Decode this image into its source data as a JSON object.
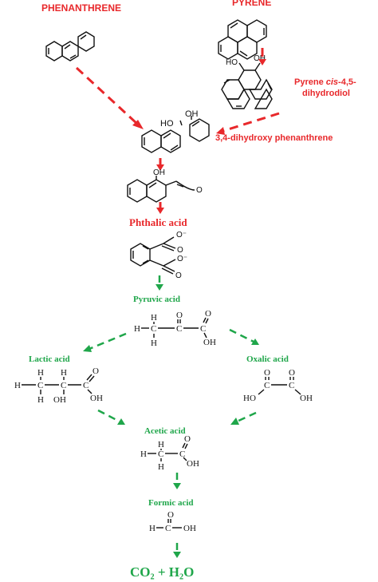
{
  "labels": {
    "phenanthrene": "PHENANTHRENE",
    "pyrene": "PYRENE",
    "pyrene_diol_part1": "Pyrene ",
    "pyrene_diol_italic": "cis",
    "pyrene_diol_part2": "-4,5-",
    "pyrene_diol_line2": "dihydrodiol",
    "dihydroxy_phenanthrene": "3,4-dihydroxy phenanthrene",
    "phthalic_acid": "Phthalic acid",
    "pyruvic_acid": "Pyruvic acid",
    "lactic_acid": "Lactic acid",
    "oxalic_acid": "Oxalic acid",
    "acetic_acid": "Acetic acid",
    "formic_acid": "Formic acid",
    "final_products": "CO₂ + H₂O"
  },
  "atoms": {
    "H": "H",
    "C": "C",
    "O": "O",
    "OH": "OH",
    "HO": "HO",
    "O_minus": "O⁻"
  },
  "colors": {
    "red": "#e8282b",
    "green": "#1fa64a",
    "black": "#111111"
  }
}
